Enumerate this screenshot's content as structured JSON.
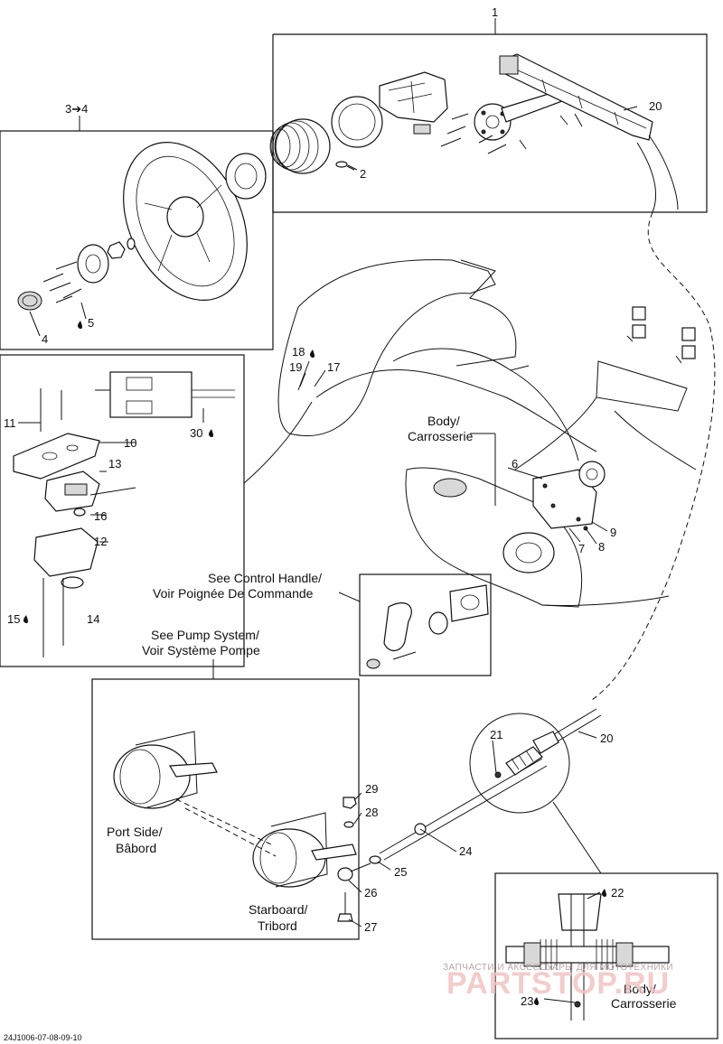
{
  "callouts": {
    "c1": "1",
    "c2": "2",
    "c3_4": "3➔4",
    "c4": "4",
    "c5": "5",
    "c6": "6",
    "c7": "7",
    "c8": "8",
    "c9": "9",
    "c10": "10",
    "c11": "11",
    "c12": "12",
    "c13": "13",
    "c14": "14",
    "c15": "15",
    "c16": "16",
    "c17": "17",
    "c18": "18",
    "c19": "19",
    "c20a": "20",
    "c20b": "20",
    "c21": "21",
    "c22": "22",
    "c23": "23",
    "c24": "24",
    "c25": "25",
    "c26": "26",
    "c27": "27",
    "c28": "28",
    "c29": "29",
    "c30": "30"
  },
  "labels": {
    "body_en_1": "Body/",
    "body_fr_1": "Carrosserie",
    "control_en": "See Control Handle/",
    "control_fr": "Voir Poignée De Commande",
    "pump_en": "See Pump System/",
    "pump_fr": "Voir Système Pompe",
    "port_en": "Port Side/",
    "port_fr": "Bâbord",
    "star_en": "Starboard/",
    "star_fr": "Tribord",
    "body_en_2": "Body/",
    "body_fr_2": "Carrosserie"
  },
  "drawing_code": "24J1006-07-08-09-10",
  "watermark": {
    "sub": "ЗАПЧАСТИ И АКСЕССУАРЫ ДЛЯ МОТОТЕХНИКИ",
    "main": "PARTSTOP.RU"
  },
  "icons": {
    "drop": "liquid-drop-icon",
    "arrow": "arrow-right-icon"
  }
}
